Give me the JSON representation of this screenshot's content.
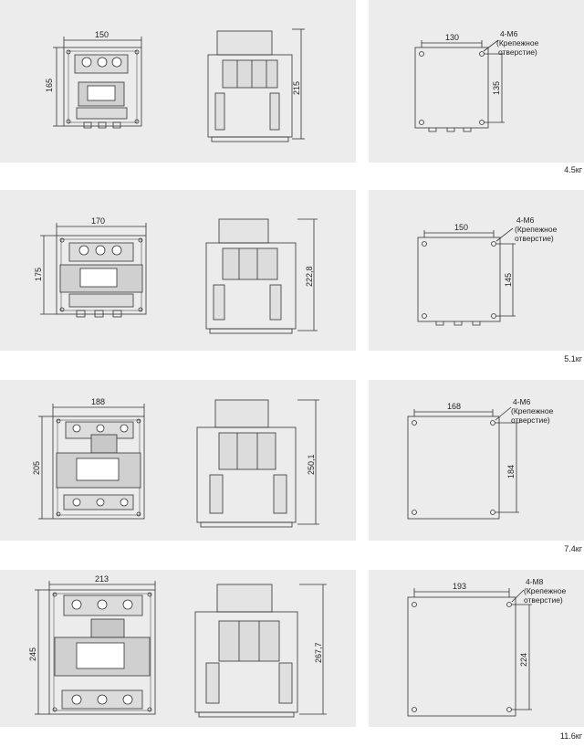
{
  "rows": [
    {
      "front": {
        "width": "150",
        "height": "165"
      },
      "side": {
        "height": "215"
      },
      "mount": {
        "width": "130",
        "height": "135",
        "screw": "4-M6",
        "note1": "(Крепежное",
        "note2": "отверстие)"
      },
      "weight": "4.5кг"
    },
    {
      "front": {
        "width": "170",
        "height": "175"
      },
      "side": {
        "height": "222,8"
      },
      "mount": {
        "width": "150",
        "height": "145",
        "screw": "4-M6",
        "note1": "(Крепежное",
        "note2": "отверстие)"
      },
      "weight": "5.1кг"
    },
    {
      "front": {
        "width": "188",
        "height": "205"
      },
      "side": {
        "height": "250,1"
      },
      "mount": {
        "width": "168",
        "height": "184",
        "screw": "4-M6",
        "note1": "(Крепежное",
        "note2": "отверстие)"
      },
      "weight": "7.4кг"
    },
    {
      "front": {
        "width": "213",
        "height": "245"
      },
      "side": {
        "height": "267,7"
      },
      "mount": {
        "width": "193",
        "height": "224",
        "screw": "4-M8",
        "note1": "(Крепежное",
        "note2": "отверстие)"
      },
      "weight": "11.6кг"
    }
  ]
}
